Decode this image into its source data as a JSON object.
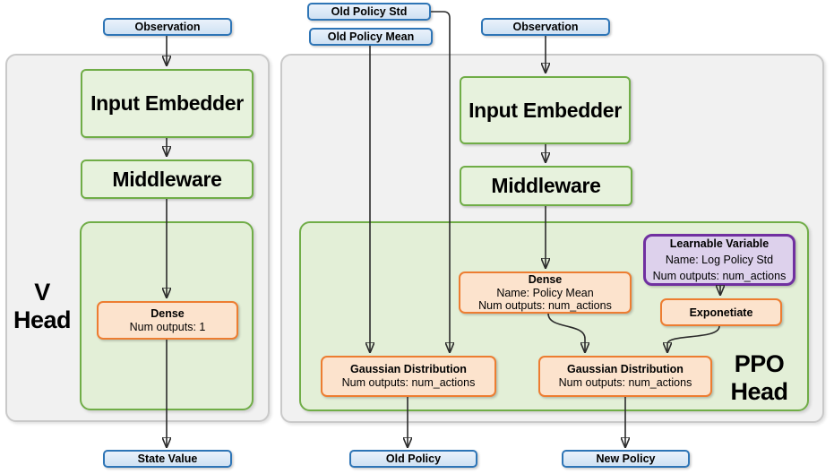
{
  "colors": {
    "io_fill": "#dce9f7",
    "io_border": "#2e75b6",
    "embedder_fill": "#e7f2dd",
    "embedder_border": "#70ad47",
    "container_fill": "#e3efd7",
    "layer_fill": "#fce3cd",
    "layer_border": "#ed7d31",
    "variable_fill": "#ddd1ec",
    "variable_border": "#7030a0",
    "panel_fill": "#f1f1f1",
    "panel_border": "#c9c9c9",
    "wire": "#2b2b2b"
  },
  "v_head": {
    "panel_label": {
      "line1": "V",
      "line2": "Head"
    },
    "observation": "Observation",
    "input_embedder": "Input Embedder",
    "middleware": "Middleware",
    "dense": {
      "title": "Dense",
      "detail1": "Num outputs: 1"
    },
    "state_value": "State Value"
  },
  "ppo_head": {
    "panel_label": {
      "line1": "PPO",
      "line2": "Head"
    },
    "old_policy_std": "Old Policy Std",
    "old_policy_mean": "Old Policy Mean",
    "observation": "Observation",
    "input_embedder": "Input Embedder",
    "middleware": "Middleware",
    "dense": {
      "title": "Dense",
      "detail1": "Name: Policy Mean",
      "detail2": "Num outputs: num_actions"
    },
    "learnable_variable": {
      "title": "Learnable Variable",
      "detail1": "Name: Log Policy Std",
      "detail2": "Num outputs: num_actions"
    },
    "exponetiate": "Exponetiate",
    "gaussian_distribution_old": {
      "title": "Gaussian Distribution",
      "detail1": "Num outputs: num_actions"
    },
    "gaussian_distribution_new": {
      "title": "Gaussian Distribution",
      "detail1": "Num outputs: num_actions"
    },
    "old_policy": "Old Policy",
    "new_policy": "New Policy"
  }
}
